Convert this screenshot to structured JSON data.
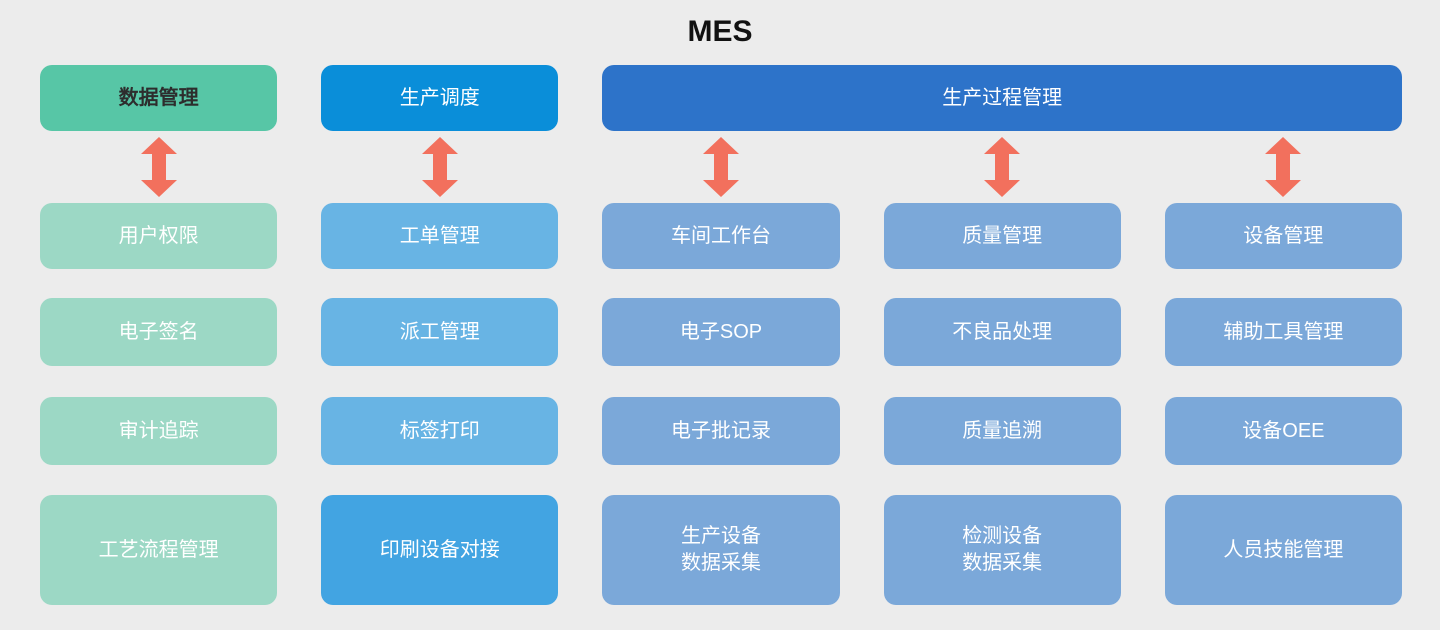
{
  "title": "MES",
  "colors": {
    "background": "#ececec",
    "arrow": "#f2705d",
    "teal_header": "#57c6a6",
    "teal_body": "#9cd8c5",
    "blue_header": "#0a8ed9",
    "blue_body": "#68b4e4",
    "blue_body_bright": "#42a4e2",
    "wide_header": "#2d73c9",
    "process_body": "#7ba8d9",
    "teal_header_text": "#2d2d2d",
    "body_text": "#ffffff"
  },
  "headers": {
    "col1": "数据管理",
    "col2": "生产调度",
    "process": "生产过程管理"
  },
  "columns": [
    {
      "items": [
        "用户权限",
        "电子签名",
        "审计追踪",
        "工艺流程管理"
      ]
    },
    {
      "items": [
        "工单管理",
        "派工管理",
        "标签打印",
        "印刷设备对接"
      ]
    },
    {
      "items": [
        "车间工作台",
        "电子SOP",
        "电子批记录",
        "生产设备\n数据采集"
      ]
    },
    {
      "items": [
        "质量管理",
        "不良品处理",
        "质量追溯",
        "检测设备\n数据采集"
      ]
    },
    {
      "items": [
        "设备管理",
        "辅助工具管理",
        "设备OEE",
        "人员技能管理"
      ]
    }
  ]
}
